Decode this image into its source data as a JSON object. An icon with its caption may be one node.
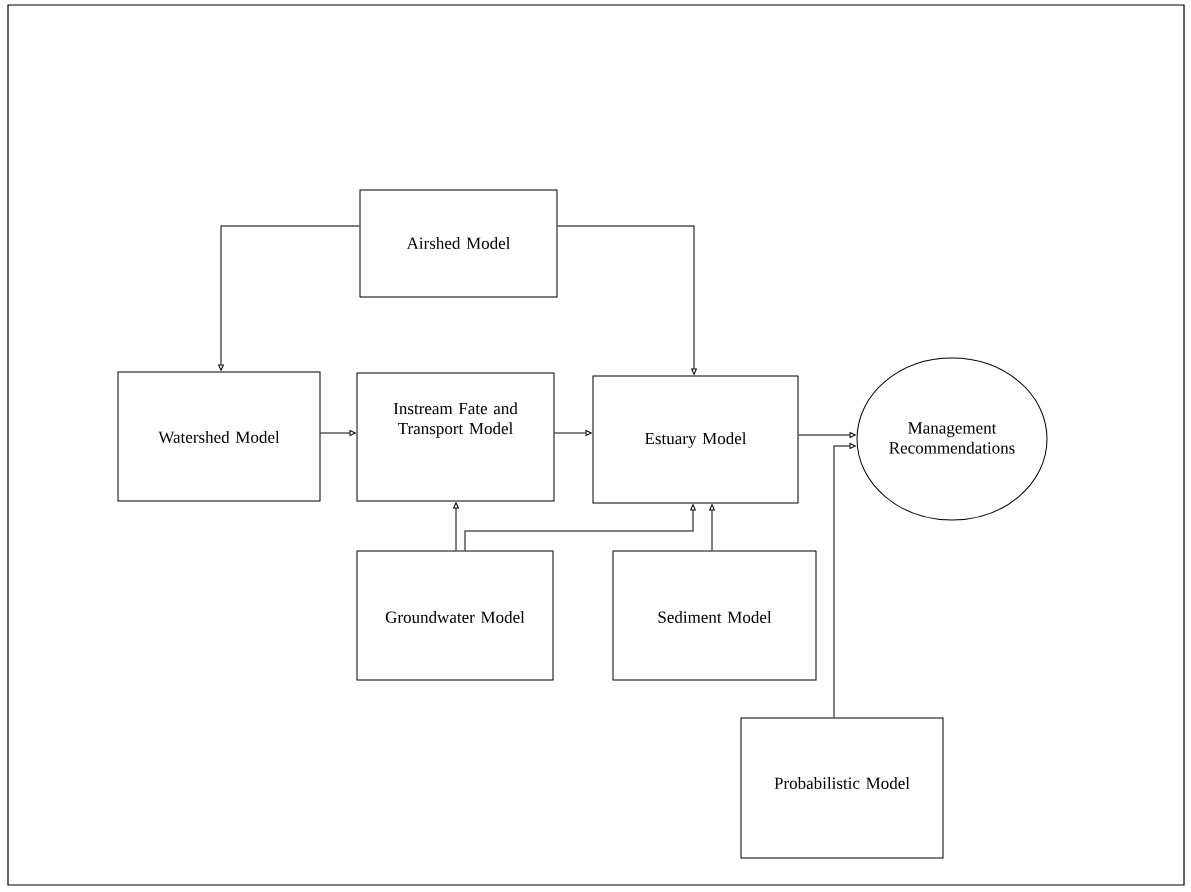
{
  "diagram": {
    "nodes": [
      {
        "text": [
          "Airshed Model"
        ]
      },
      {
        "text": [
          "Watershed Model"
        ]
      },
      {
        "text": [
          "Instream Fate and Transport Model"
        ]
      },
      {
        "text": [
          "Estuary Model"
        ]
      },
      {
        "text": [
          "Management Recommendations"
        ]
      },
      {
        "text": [
          "Groundwater Model"
        ]
      },
      {
        "text": [
          "Sediment Model"
        ]
      },
      {
        "text": [
          "Probabilistic Model"
        ]
      }
    ],
    "edges": [
      {
        "from": 0,
        "to": 1,
        "arrow": "to"
      },
      {
        "from": 0,
        "to": 3,
        "arrow": "to"
      },
      {
        "from": 1,
        "to": 2,
        "arrow": "to"
      },
      {
        "from": 2,
        "to": 3,
        "arrow": "to"
      },
      {
        "from": 3,
        "to": 4,
        "arrow": "to"
      },
      {
        "from": 5,
        "to": 2,
        "arrow": "to"
      },
      {
        "from": 5,
        "to": 3,
        "arrow": "to"
      },
      {
        "from": 6,
        "to": 3,
        "arrow": "to"
      },
      {
        "from": 7,
        "to": 4,
        "arrow": "to"
      }
    ]
  }
}
